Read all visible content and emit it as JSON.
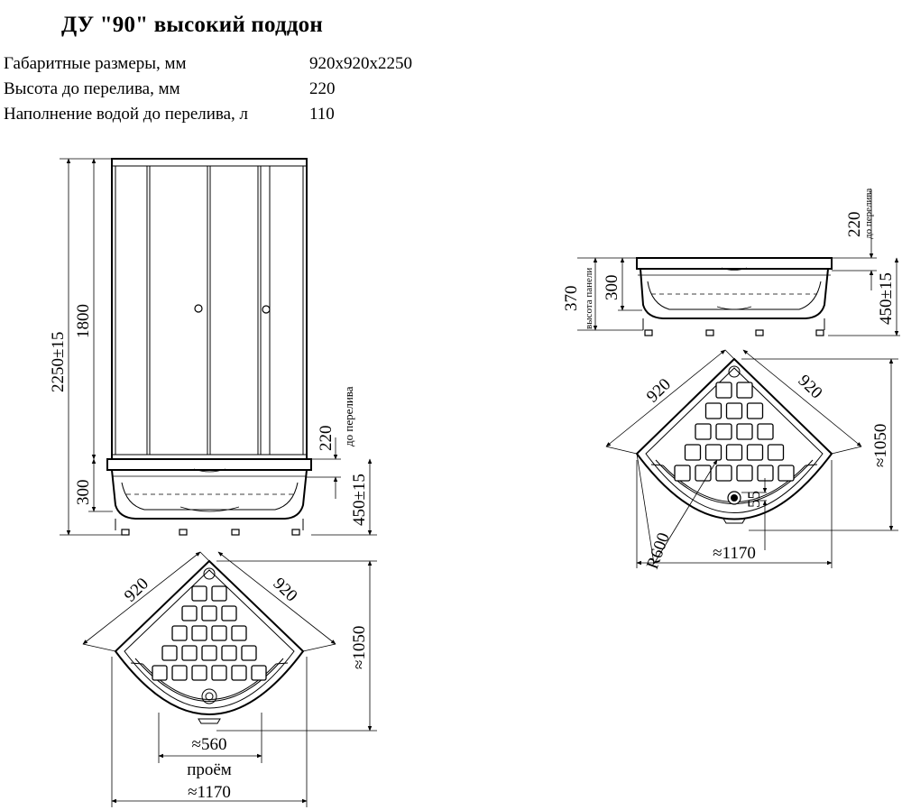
{
  "title": "ДУ \"90\" высокий поддон",
  "specs": [
    {
      "label": "Габаритные размеры, мм",
      "value": "920x920x2250"
    },
    {
      "label": "Высота до перелива, мм",
      "value": "220"
    },
    {
      "label": "Наполнение водой до перелива, л",
      "value": "110"
    }
  ],
  "dims": {
    "total_height": "2250±15",
    "door_height": "1800",
    "tray_base": "300",
    "overflow_height": "220",
    "overflow_caption": "до перелива",
    "tray_height": "450±15",
    "side_a": "920",
    "side_b": "920",
    "depth": "≈1050",
    "opening": "≈560",
    "opening_caption": "проём",
    "width": "≈1170",
    "panel_height": "370",
    "panel_caption": "высота панели",
    "panel_inner": "300",
    "radius": "R600",
    "drain": "55"
  }
}
